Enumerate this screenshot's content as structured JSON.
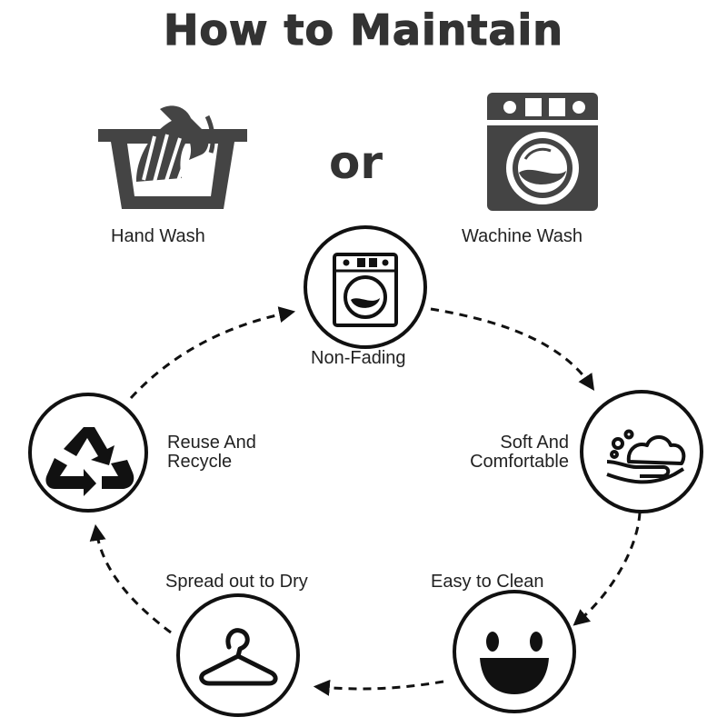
{
  "title": "How to Maintain",
  "connector": "or",
  "wash_options": [
    {
      "label": "Hand Wash",
      "icon": "hand-wash-basin-icon"
    },
    {
      "label": "Wachine Wash",
      "icon": "washing-machine-icon"
    }
  ],
  "cycle": [
    {
      "label": "Non-Fading",
      "icon": "washing-machine-icon"
    },
    {
      "label": "Soft And\nComfortable",
      "icon": "hand-foam-icon"
    },
    {
      "label": "Easy to Clean",
      "icon": "smiley-face-icon"
    },
    {
      "label": "Spread out to Dry",
      "icon": "hanger-icon"
    },
    {
      "label": "Reuse And\nRecycle",
      "icon": "recycle-icon"
    }
  ],
  "colors": {
    "ink": "#222222",
    "title": "#333333",
    "background": "#ffffff"
  }
}
